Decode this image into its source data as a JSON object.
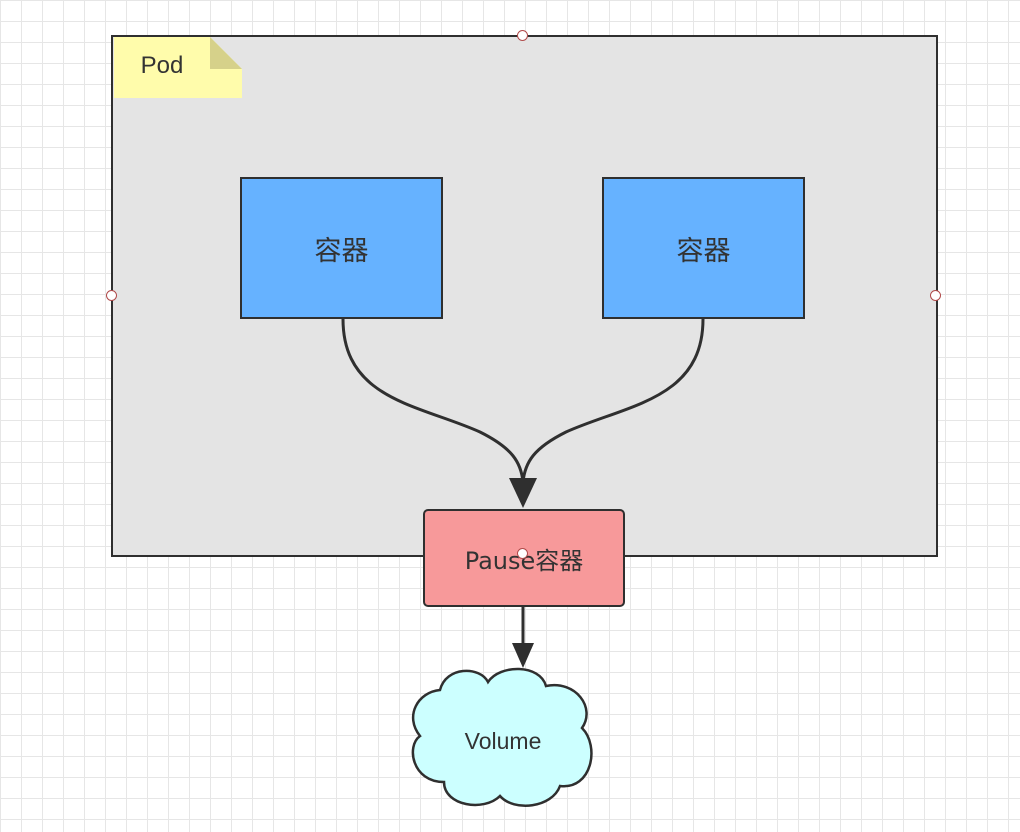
{
  "pod": {
    "label": "Pod"
  },
  "containers": [
    {
      "label": "容器"
    },
    {
      "label": "容器"
    }
  ],
  "pause": {
    "label": "Pause容器"
  },
  "volume": {
    "label": "Volume"
  },
  "colors": {
    "pod_fill": "#e4e4e4",
    "note_fill": "#fffcab",
    "container_fill": "#66b2ff",
    "pause_fill": "#f7999a",
    "volume_fill": "#ccffff",
    "stroke": "#2f2f2f",
    "handle_stroke": "#b04a4a"
  }
}
